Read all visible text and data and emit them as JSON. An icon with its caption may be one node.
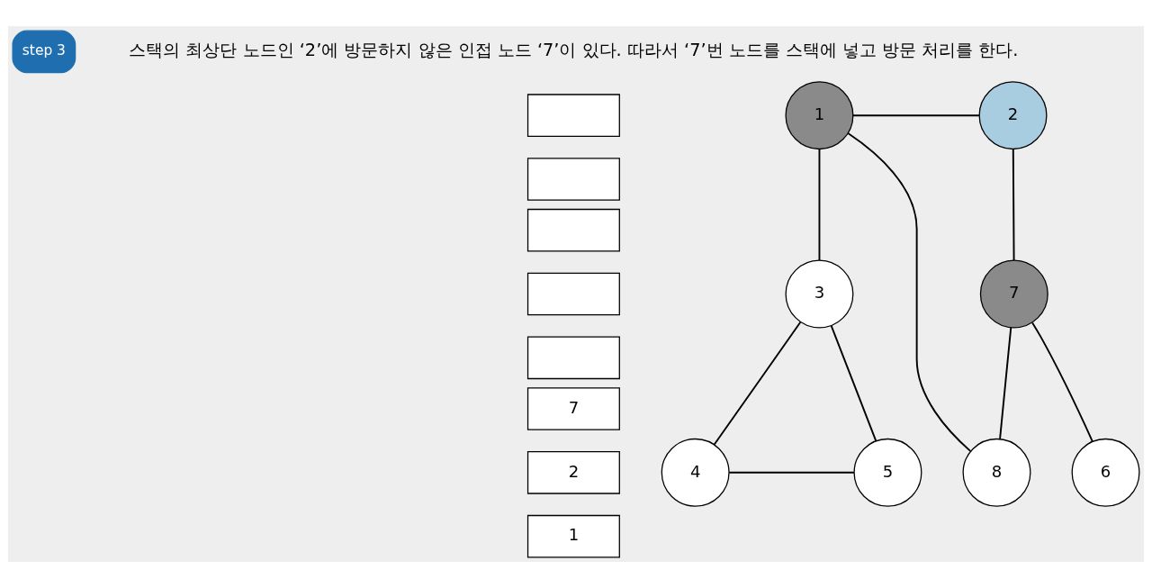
{
  "diagram": {
    "nodes": [
      {
        "text": [
          "step 3"
        ]
      },
      {
        "text": [
          "1"
        ]
      },
      {
        "text": [
          "2"
        ]
      },
      {
        "text": [
          "3"
        ]
      },
      {
        "text": [
          "4"
        ]
      },
      {
        "text": [
          "5"
        ]
      },
      {
        "text": [
          "6"
        ]
      },
      {
        "text": [
          "7"
        ]
      },
      {
        "text": [
          "8"
        ]
      },
      {
        "text": [],
        "shape": "box"
      },
      {
        "text": [],
        "shape": "box"
      },
      {
        "text": [],
        "shape": "box"
      },
      {
        "text": [],
        "shape": "box"
      },
      {
        "text": [],
        "shape": "box"
      },
      {
        "text": [
          "7"
        ]
      },
      {
        "text": [
          "2"
        ]
      },
      {
        "text": [
          "1"
        ]
      }
    ],
    "edges": [
      {
        "from": 1,
        "to": 2,
        "arrow": "none"
      },
      {
        "from": 1,
        "to": 3,
        "arrow": "none"
      },
      {
        "from": 1,
        "to": 8,
        "arrow": "none"
      },
      {
        "from": 2,
        "to": 7,
        "arrow": "none"
      },
      {
        "from": 3,
        "to": 4,
        "arrow": "none"
      },
      {
        "from": 3,
        "to": 5,
        "arrow": "none"
      },
      {
        "from": 4,
        "to": 5,
        "arrow": "none"
      },
      {
        "from": 7,
        "to": 8,
        "arrow": "none"
      },
      {
        "from": 7,
        "to": 6,
        "arrow": "none"
      }
    ],
    "labels": [
      "스택의 최상단 노드인 ‘2’에 방문하지 않은 인접 노드 ‘7’이 있다. 따라서 ‘7’번 노드를 스택에 넣고 방문 처리를 한다."
    ]
  }
}
